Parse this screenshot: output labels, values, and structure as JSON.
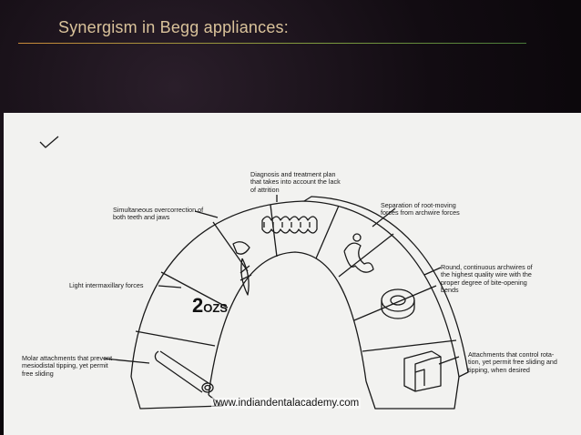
{
  "slide": {
    "title": "Synergism in Begg appliances:"
  },
  "diagram": {
    "labels": {
      "diagnosis": "Diagnosis and treatment plan\nthat takes into account the lack\nof attrition",
      "overcorrection": "Simultaneous overcorrection of\nboth teeth and jaws",
      "separation": "Separation of root-moving\nforces from archwire forces",
      "intermaxillary": "Light intermaxillary forces",
      "round_archwires": "Round, continuous archwires of\nthe highest quality wire with the\nproper degree of bite-opening\nbends",
      "molar": "Molar attachments that prevent\nmesiodistal tipping, yet permit\nfree sliding",
      "attachments": "Attachments that control rota-\ntion, yet permit free sliding and\ntipping, when desired"
    },
    "weight": {
      "value": "2",
      "unit": "OZS"
    }
  },
  "watermark": "www.indiandentalacademy.com"
}
